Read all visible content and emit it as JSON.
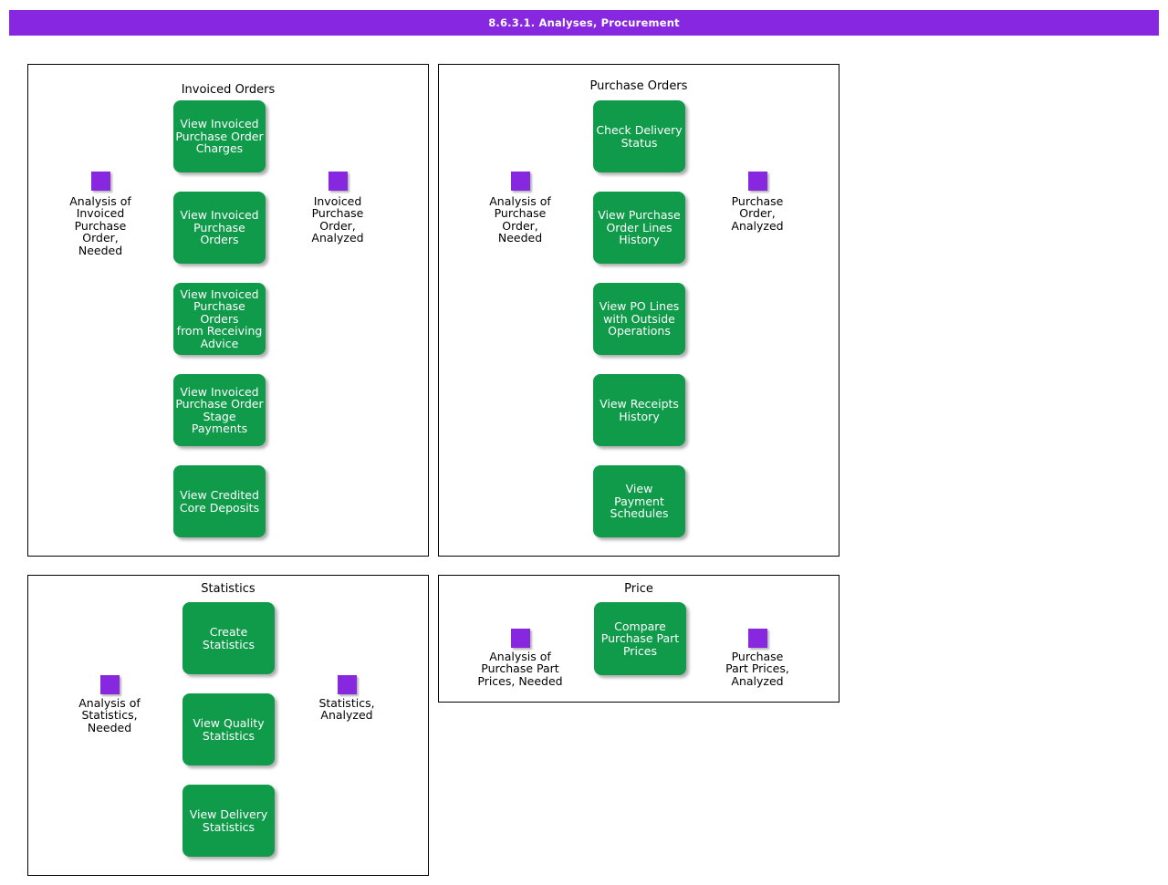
{
  "header": {
    "title": "8.6.3.1. Analyses, Procurement"
  },
  "colors": {
    "header_bg": "#8727df",
    "activity_green": "#0f9b4a",
    "event_purple": "#8727df",
    "line_gray": "#808080",
    "panel_border": "#000000"
  },
  "panels": [
    {
      "title": "Invoiced Orders",
      "start_label": "Analysis of\nInvoiced\nPurchase\nOrder,\nNeeded",
      "end_label": "Invoiced\nPurchase\nOrder,\nAnalyzed",
      "boxes": [
        {
          "label": "View Invoiced\nPurchase Order\nCharges"
        },
        {
          "label": "View Invoiced\nPurchase Orders"
        },
        {
          "label": "View Invoiced\nPurchase Orders\nfrom Receiving\nAdvice"
        },
        {
          "label": "View Invoiced\nPurchase Order\nStage Payments"
        },
        {
          "label": "View Credited\nCore Deposits"
        }
      ]
    },
    {
      "title": "Purchase Orders",
      "start_label": "Analysis of\nPurchase\nOrder,\nNeeded",
      "end_label": "Purchase\nOrder,\nAnalyzed",
      "boxes": [
        {
          "label": "Check Delivery\nStatus"
        },
        {
          "label": "View Purchase\nOrder Lines\nHistory"
        },
        {
          "label": "View PO Lines\nwith Outside\nOperations"
        },
        {
          "label": "View Receipts\nHistory"
        },
        {
          "label": "View\nPayment\nSchedules"
        }
      ]
    },
    {
      "title": "Statistics",
      "start_label": "Analysis of\nStatistics,\nNeeded",
      "end_label": "Statistics,\nAnalyzed",
      "boxes": [
        {
          "label": "Create\nStatistics"
        },
        {
          "label": "View Quality\nStatistics"
        },
        {
          "label": "View Delivery\nStatistics"
        }
      ]
    },
    {
      "title": "Price",
      "start_label": "Analysis of\nPurchase Part\nPrices, Needed",
      "end_label": "Purchase\nPart Prices,\nAnalyzed",
      "boxes": [
        {
          "label": "Compare\nPurchase Part\nPrices"
        }
      ]
    }
  ]
}
